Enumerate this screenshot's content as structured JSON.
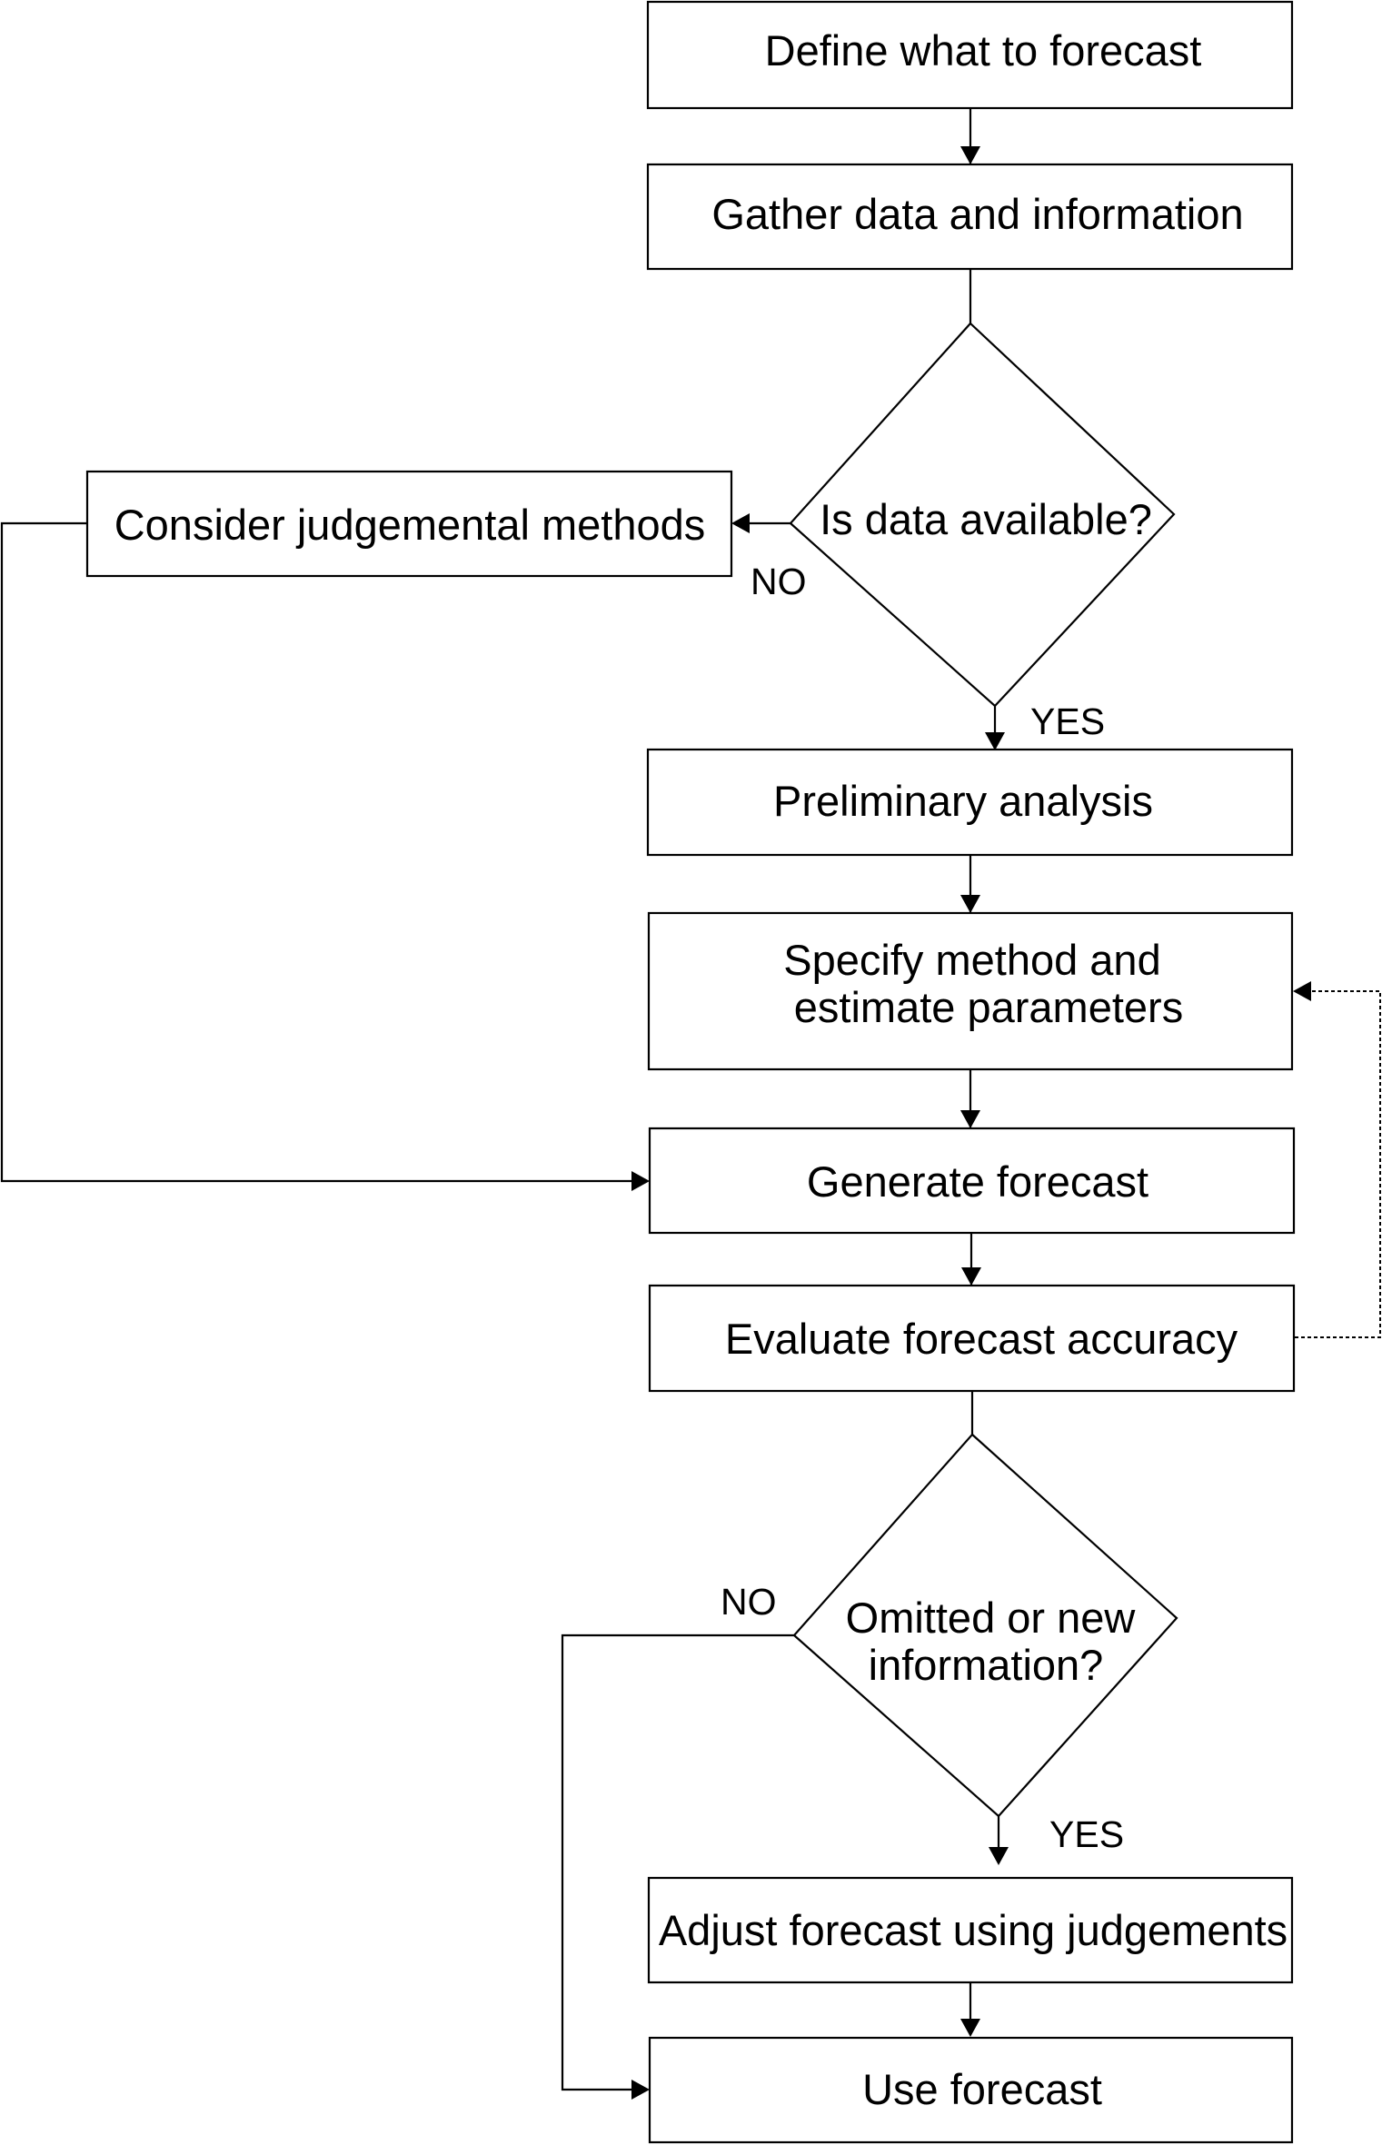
{
  "nodes": {
    "define": {
      "lines": [
        "Define what to forecast"
      ]
    },
    "gather": {
      "lines": [
        "Gather data and information"
      ]
    },
    "data_available": {
      "lines": [
        "Is data available?"
      ]
    },
    "judgemental": {
      "lines": [
        "Consider judgemental methods"
      ]
    },
    "preliminary": {
      "lines": [
        "Preliminary analysis"
      ]
    },
    "specify": {
      "lines": [
        "Specify method and",
        "estimate parameters"
      ]
    },
    "generate": {
      "lines": [
        "Generate forecast"
      ]
    },
    "evaluate": {
      "lines": [
        "Evaluate forecast accuracy"
      ]
    },
    "omitted": {
      "lines": [
        "Omitted or new",
        "information?"
      ]
    },
    "adjust": {
      "lines": [
        "Adjust forecast using judgements"
      ]
    },
    "use": {
      "lines": [
        "Use forecast"
      ]
    }
  },
  "edge_labels": {
    "data_no": "NO",
    "data_yes": "YES",
    "omitted_no": "NO",
    "omitted_yes": "YES"
  },
  "styles": {
    "stroke": "#000000",
    "background": "#ffffff"
  }
}
